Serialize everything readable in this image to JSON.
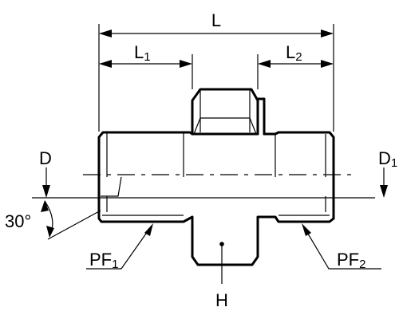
{
  "labels": {
    "L": "L",
    "L1_main": "L",
    "L1_sub": "1",
    "L2_main": "L",
    "L2_sub": "2",
    "D": "D",
    "D1_main": "D",
    "D1_sub": "1",
    "angle": "30°",
    "PF1_main": "PF",
    "PF1_sub": "1",
    "PF2_main": "PF",
    "PF2_sub": "2",
    "H": "H"
  }
}
